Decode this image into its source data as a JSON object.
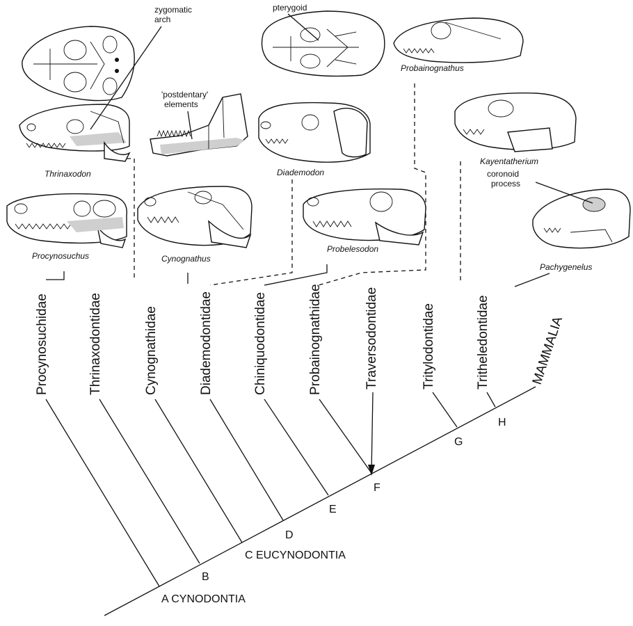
{
  "taxa": {
    "procynosuchidae": "Procynosuchidae",
    "thrinaxodontidae": "Thrinaxodontidae",
    "cynognathidae": "Cynognathidae",
    "diademodontidae": "Diademodontidae",
    "chiniquodontidae": "Chiniquodontidae",
    "probainognathidae": "Probainognathidae",
    "traversodontidae": "Traversodontidae",
    "tritylodontidae": "Tritylodontidae",
    "tritheledontidae": "Tritheledontidae",
    "mammalia": "MAMMALIA"
  },
  "nodes": {
    "a": "A CYNODONTIA",
    "b": "B",
    "c": "C EUCYNODONTIA",
    "d": "D",
    "e": "E",
    "f": "F",
    "g": "G",
    "h": "H"
  },
  "genera": {
    "thrinaxodon": "Thrinaxodon",
    "procynosuchus": "Procynosuchus",
    "cynognathus": "Cynognathus",
    "diademodon": "Diademodon",
    "probelesodon": "Probelesodon",
    "probainognathus": "Probainognathus",
    "kayentatherium": "Kayentatherium",
    "pachygenelus": "Pachygenelus"
  },
  "annotations": {
    "zygomatic_1": "zygomatic",
    "zygomatic_2": "arch",
    "postdentary_1": "'postdentary'",
    "postdentary_2": "elements",
    "pterygoid": "pterygoid",
    "coronoid_1": "coronoid",
    "coronoid_2": "process"
  }
}
